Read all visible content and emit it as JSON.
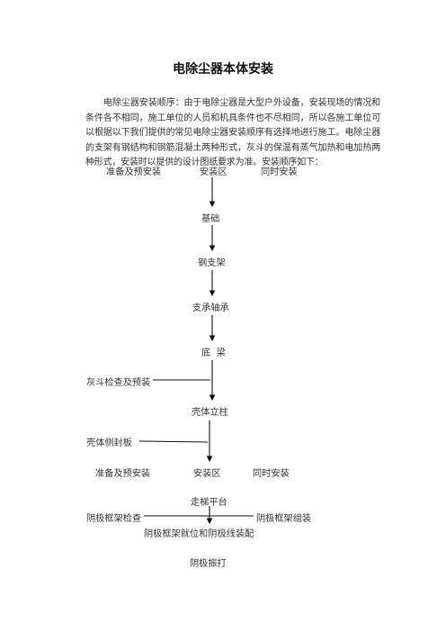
{
  "title": "电除尘器本体安装",
  "intro": "电除尘器安装顺序：由于电除尘器是大型户外设备，安装现场的情况和条件各不相同，施工单位的人员和机具条件也不尽相同，所以各施工单位可以根据以下我们提供的常见电除尘器安装顺序有选择地进行施工。电除尘器的支架有钢结构和钢筋混凝土两种形式，灰斗的保温有蒸气加热和电加热两种形式，安装时以提供的设计图纸要求为准。安装顺序如下：",
  "flow": {
    "row1": {
      "left": "准备及预安装",
      "center": "安装区",
      "right": "同时安装"
    },
    "steps": {
      "foundation": "基础",
      "steel_support": "钢支架",
      "support_bearing": "支承轴承",
      "bottom_beam": "底  梁",
      "shell_column": "壳体立柱",
      "walkway": "走梯平台",
      "cathode_place": "阴极框架就位和阴极线装配",
      "cathode_rap": "阴极振打"
    },
    "side": {
      "hopper": "灰斗检查及预装",
      "side_plate": "壳体侧封板",
      "cathode_check": "阴极框架检查",
      "cathode_assemble": "阴极框架组装"
    },
    "row2": {
      "left": "准备及预安装",
      "center": "安装区",
      "right": "同时安装"
    }
  }
}
